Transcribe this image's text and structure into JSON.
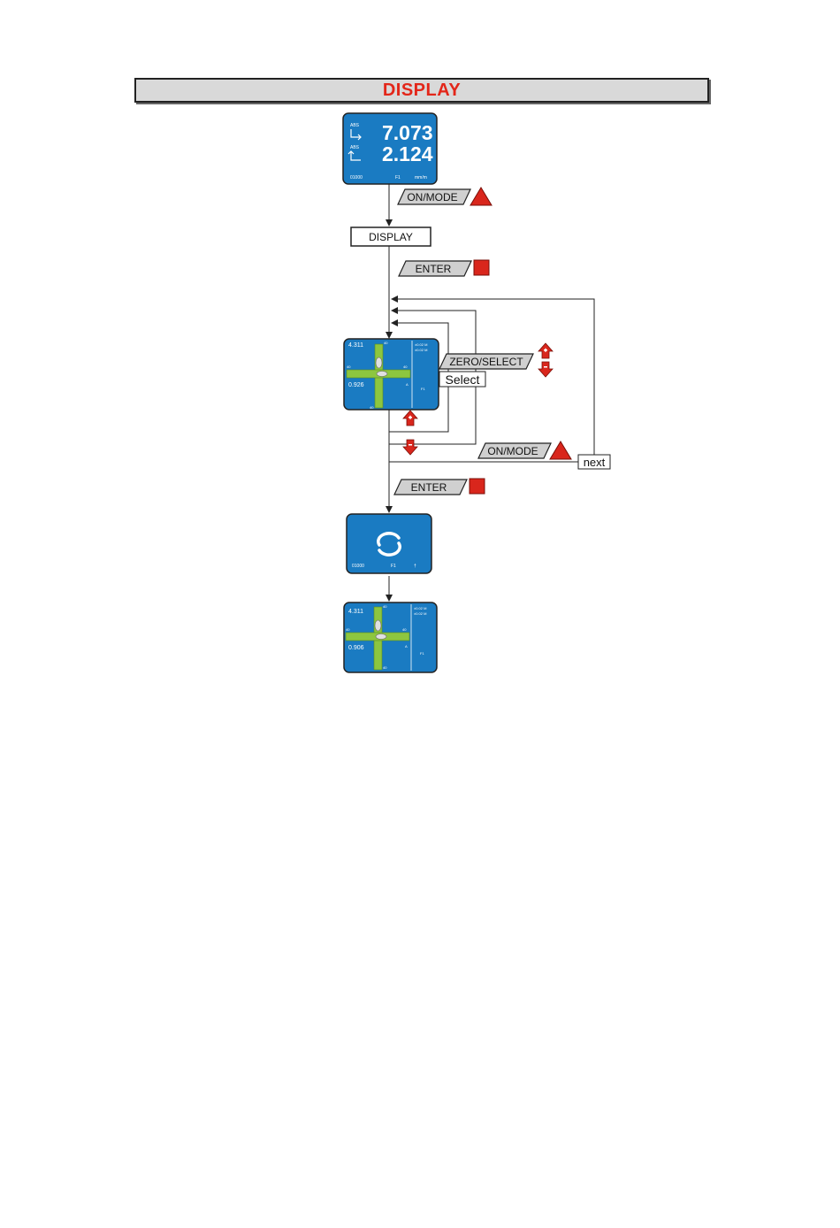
{
  "title": "DISPLAY",
  "colors": {
    "title_text": "#e32619",
    "screen_blue": "#1a7bc2",
    "level_green": "#8dc63f",
    "button_red": "#d9261c",
    "key_gray": "#d0d0d0"
  },
  "screens": {
    "main": {
      "tag1": "ABS",
      "tag2": "ABS",
      "value1": "7.073",
      "value2": "2.124",
      "footer_left": "01000",
      "footer_mid": "F1",
      "footer_right": "mm/m"
    },
    "level_a": {
      "value_top": "4.311",
      "value_bottom": "0.926",
      "right_top_1": "±0.02 M",
      "right_top_2": "±0.02 M",
      "right_mid": "A",
      "right_low": "F1",
      "scale_top": "40",
      "scale_left": "40",
      "scale_right": "40",
      "scale_bottom": "40"
    },
    "sync": {
      "icon": "refresh-icon",
      "footer_left": "01000",
      "footer_mid": "F1",
      "footer_right": "†"
    },
    "level_b": {
      "value_top": "4.311",
      "value_bottom": "0.906",
      "right_top_1": "±0.02 M",
      "right_top_2": "±0.02 M",
      "right_mid": "A",
      "right_low": "F1",
      "scale_top": "40",
      "scale_left": "40",
      "scale_right": "40",
      "scale_bottom": "40"
    }
  },
  "keys": {
    "on_mode_1": "ON/MODE",
    "enter_1": "ENTER",
    "zero_select": "ZERO/SELECT",
    "on_mode_2": "ON/MODE",
    "enter_2": "ENTER"
  },
  "boxes": {
    "display": "DISPLAY",
    "select": "Select",
    "next": "next"
  },
  "icons": {
    "triangle_button": "triangle-button-icon",
    "square_button": "square-button-icon",
    "up_arrow": "up-arrow-icon",
    "down_arrow": "down-arrow-icon"
  }
}
